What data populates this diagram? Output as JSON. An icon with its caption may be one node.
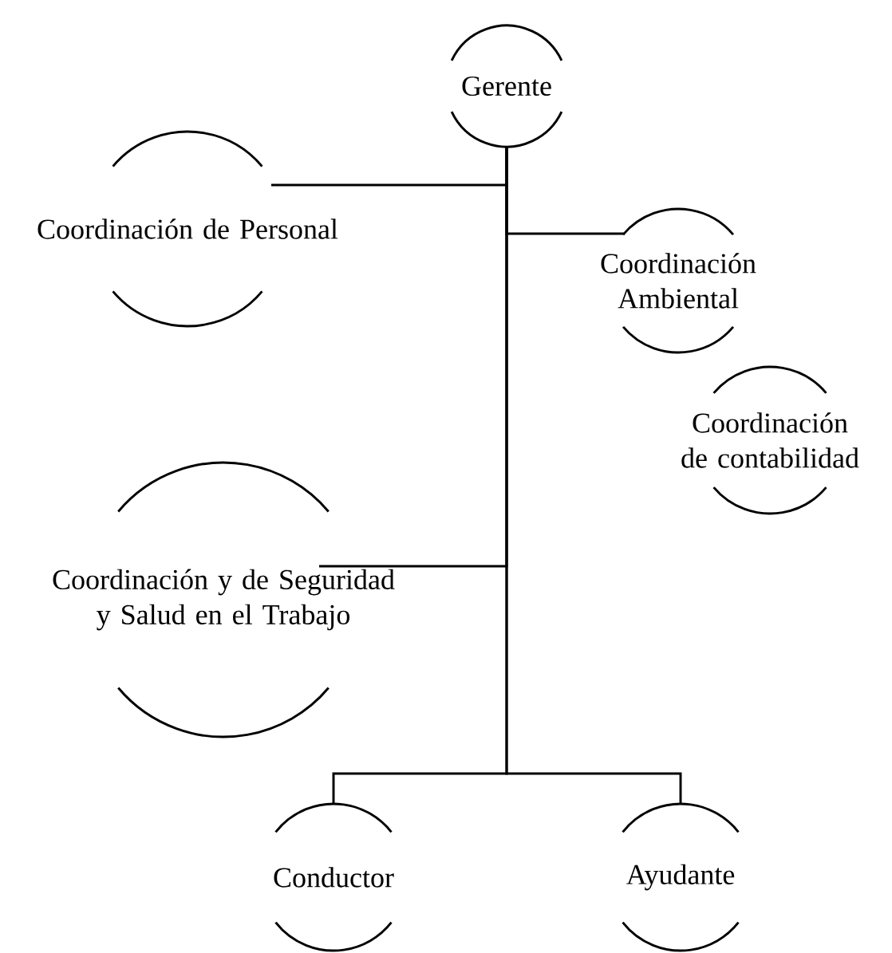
{
  "diagram": {
    "nodes": [
      {
        "text": [
          "Gerente"
        ]
      },
      {
        "text": [
          "Coordinación de Personal"
        ]
      },
      {
        "text": [
          "Coordinación Ambiental"
        ]
      },
      {
        "text": [
          "Coordinación de contabilidad"
        ]
      },
      {
        "text": [
          "Coordinación y de Seguridad y Salud en el Trabajo"
        ]
      },
      {
        "text": [
          "Conductor"
        ]
      },
      {
        "text": [
          "Ayudante"
        ]
      }
    ],
    "edges": [
      {
        "from": 0,
        "to": 1,
        "arrow": "none"
      },
      {
        "from": 0,
        "to": 2,
        "arrow": "none"
      },
      {
        "from": 0,
        "to": 4,
        "arrow": "none"
      },
      {
        "from": 0,
        "to": 5,
        "arrow": "none"
      },
      {
        "from": 0,
        "to": 6,
        "arrow": "none"
      }
    ]
  }
}
